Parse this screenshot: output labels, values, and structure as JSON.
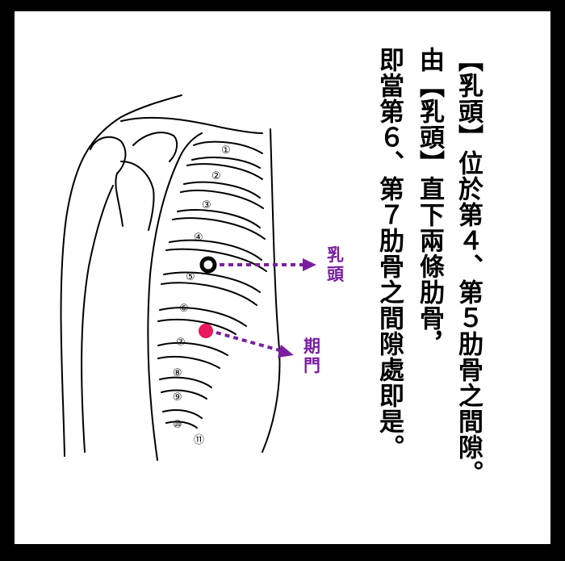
{
  "text": {
    "col1": "【乳頭】位於第４、第５肋骨之間隙。",
    "col2": "由【乳頭】直下兩條肋骨，",
    "col3": "即當第６、第７肋骨之間隙處即是。"
  },
  "labels": {
    "nipple": [
      "乳",
      "頭"
    ],
    "qimen": [
      "期",
      "門"
    ]
  },
  "rib_numbers": [
    "①",
    "②",
    "③",
    "④",
    "⑤",
    "⑥",
    "⑦",
    "⑧",
    "⑨",
    "⑩",
    "⑪"
  ],
  "colors": {
    "arrow": "#7a1fa2",
    "qimen_point": "#e8185a",
    "nipple_ring": "#000000"
  }
}
